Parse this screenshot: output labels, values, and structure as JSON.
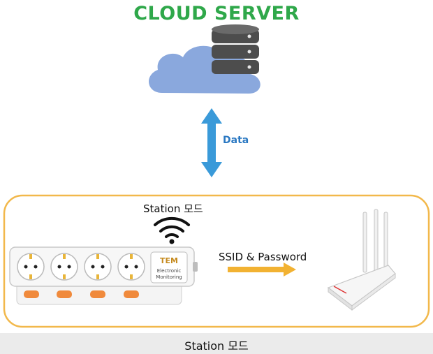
{
  "diagram": {
    "title": "CLOUD SERVER",
    "link_label": "Data",
    "station_mode_label": "Station 모드",
    "ssid_label": "SSID & Password",
    "device_logo": "TEM",
    "device_label_line1": "Electronic",
    "device_label_line2": "Monitoring",
    "caption": "Station 모드"
  },
  "colors": {
    "title": "#2fa84a",
    "cloud": "#8aa8dd",
    "server": "#4a4a4a",
    "data_arrow": "#3a9ad9",
    "frame": "#f2b84b",
    "ssid_arrow": "#f2b232",
    "power_switch": "#f08a3c"
  },
  "icons": [
    "cloud-icon",
    "server-icon",
    "wifi-icon",
    "power-strip-icon",
    "router-icon"
  ]
}
